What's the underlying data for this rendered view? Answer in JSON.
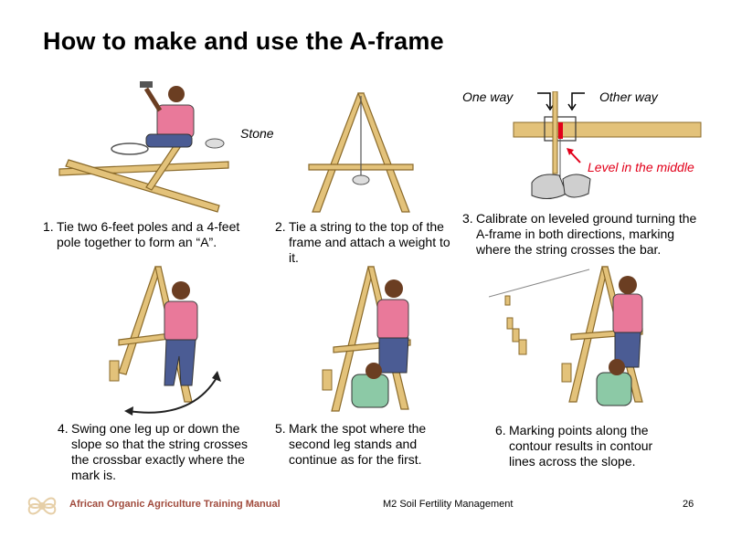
{
  "title": "How to make and use the A-frame",
  "labels": {
    "stone": "Stone",
    "one_way": "One way",
    "other_way": "Other way",
    "level": "Level in the middle"
  },
  "steps": [
    {
      "num": "1.",
      "text": "Tie two 6-feet poles and a 4-feet pole together to form an “A”."
    },
    {
      "num": "2.",
      "text": "Tie a string to the top of the frame and attach a weight to it."
    },
    {
      "num": "3.",
      "text": "Calibrate on leveled ground turning the A-frame in both directions, marking where the string crosses the bar."
    },
    {
      "num": "4.",
      "text": "Swing one leg up or down the slope so that the string crosses the crossbar exactly where the mark is."
    },
    {
      "num": "5.",
      "text": "Mark the spot where the second leg stands and continue as for the first."
    },
    {
      "num": "6.",
      "text": "Marking points along the contour results in contour lines across the slope."
    }
  ],
  "footer": {
    "manual": "African Organic Agriculture Training Manual",
    "module": "M2 Soil Fertility Management",
    "page": "26"
  },
  "colors": {
    "pole": "#e3c27a",
    "pole_stroke": "#8a6a2a",
    "shirt": "#e9799a",
    "trousers": "#4b5c94",
    "skin": "#6b3e22",
    "green_shirt": "#8cc9a6",
    "red": "#e2001a",
    "footer_brand": "#a04a3c"
  }
}
